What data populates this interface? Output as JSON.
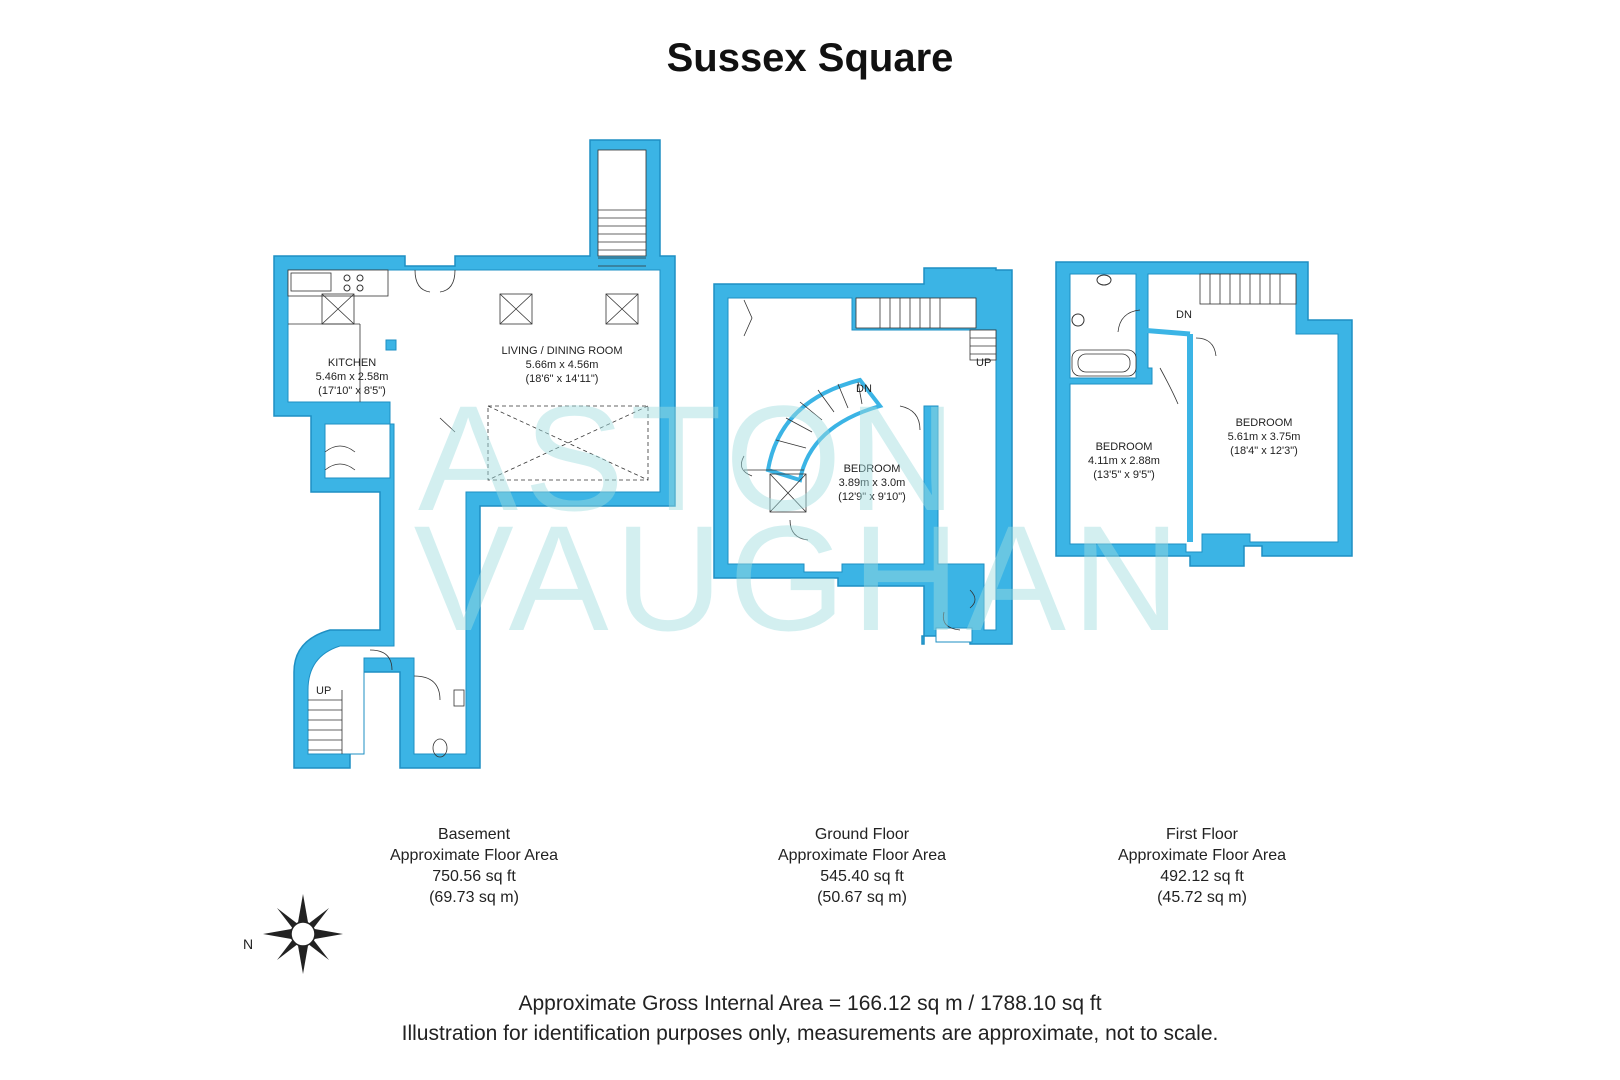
{
  "page": {
    "title": "Sussex Square"
  },
  "watermark": {
    "line1": "ASTON",
    "line2": "VAUGHAN"
  },
  "colors": {
    "wall": "#3bb4e5",
    "wall_stroke": "#1e8fc3",
    "floor": "#ffffff",
    "line": "#333333"
  },
  "rooms": {
    "kitchen": {
      "name": "KITCHEN",
      "metric": "5.46m x 2.58m",
      "imperial": "(17'10\" x 8'5\")"
    },
    "living": {
      "name": "LIVING / DINING ROOM",
      "metric": "5.66m x 4.56m",
      "imperial": "(18'6\" x 14'11\")"
    },
    "ground_bedroom": {
      "name": "BEDROOM",
      "metric": "3.89m x 3.0m",
      "imperial": "(12'9\" x 9'10\")"
    },
    "first_bedroom_1": {
      "name": "BEDROOM",
      "metric": "4.11m x 2.88m",
      "imperial": "(13'5\" x 9'5\")"
    },
    "first_bedroom_2": {
      "name": "BEDROOM",
      "metric": "5.61m x 3.75m",
      "imperial": "(18'4\" x 12'3\")"
    }
  },
  "stairs": {
    "basement_up": "UP",
    "ground_dn": "DN",
    "ground_up": "UP",
    "first_dn": "DN"
  },
  "floors": [
    {
      "name": "Basement",
      "label": "Approximate Floor Area",
      "sqft": "750.56 sq ft",
      "sqm": "(69.73 sq m)"
    },
    {
      "name": "Ground Floor",
      "label": "Approximate Floor Area",
      "sqft": "545.40 sq ft",
      "sqm": "(50.67 sq m)"
    },
    {
      "name": "First Floor",
      "label": "Approximate Floor Area",
      "sqft": "492.12 sq ft",
      "sqm": "(45.72 sq m)"
    }
  ],
  "footer": {
    "gross": "Approximate Gross Internal Area = 166.12 sq m / 1788.10 sq ft",
    "disclaimer": "Illustration for identification purposes only, measurements are approximate, not to scale."
  },
  "compass": {
    "label": "N"
  }
}
